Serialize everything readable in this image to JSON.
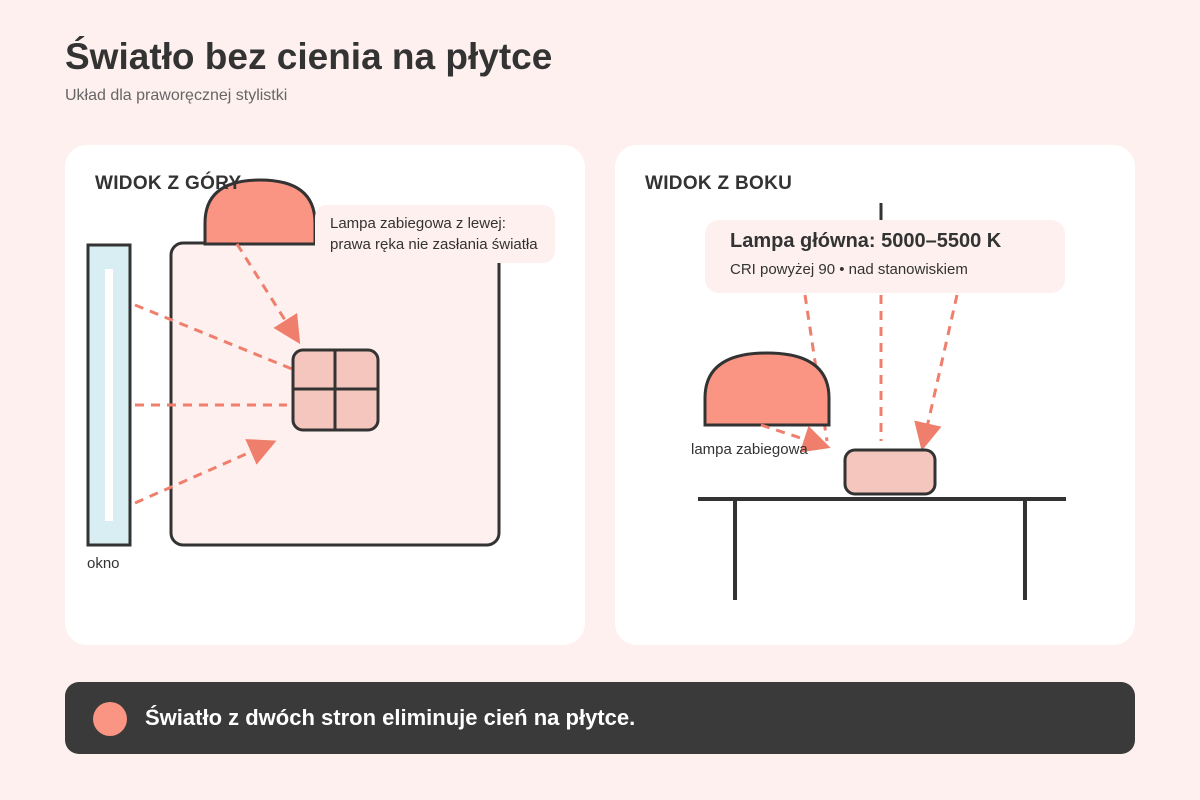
{
  "header": {
    "title": "Światło bez cienia na płytce",
    "subtitle": "Układ dla praworęcznej stylistki"
  },
  "top_view": {
    "label": "WIDOK Z GÓRY",
    "lamp_note_line1": "Lampa zabiegowa z lewej:",
    "lamp_note_line2": "prawa ręka nie zasłania światła",
    "window_label": "okno"
  },
  "side_view": {
    "label": "WIDOK Z BOKU",
    "main_lamp_title": "Lampa główna: 5000–5500 K",
    "main_lamp_desc": "CRI powyżej 90 • nad stanowiskiem",
    "treatment_lamp_label": "lampa zabiegowa"
  },
  "footer": {
    "message": "Światło z dwóch stron eliminuje cień na płytce."
  },
  "colors": {
    "background": "#fdf0ee",
    "accent": "#fb9583",
    "light_ray": "#ef7f6c",
    "tile": "#f5c6be",
    "window": "#d8eef2",
    "outline": "#333333",
    "footer_bg": "#3a3a3a"
  }
}
